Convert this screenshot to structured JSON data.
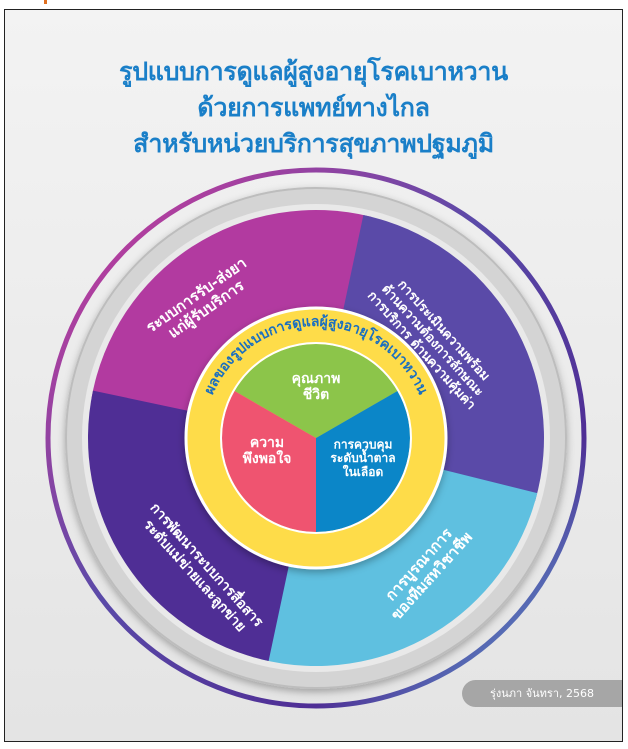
{
  "title": {
    "line1": "รูปแบบการดูแลผู้สูงอายุโรคเบาหวาน",
    "line2": "ด้วยการแพทย์ทางไกล",
    "line3": "สำหรับหน่วยบริการสุขภาพปฐมภูมิ"
  },
  "segments": [
    {
      "lines": [
        "ระบบการรับ-ส่งยา",
        "แก่ผู้รับบริการ"
      ],
      "color": "#b23aa0"
    },
    {
      "lines": [
        "การประเมินความพร้อม",
        "ด้านความต้องการลักษณะ",
        "การบริการ ด้านความคุ้มค่า"
      ],
      "color": "#5a4aa8"
    },
    {
      "lines": [
        "การบูรณาการ",
        "ของทีมสหวิชาชีพ"
      ],
      "color": "#5fc0e0"
    },
    {
      "lines": [
        "การพัฒนาระบบการสื่อสาร",
        "ระดับแม่ข่ายและลูกข่าย"
      ],
      "color": "#4f2e95"
    }
  ],
  "ring_text": "ผลของรูปแบบการดูแลผู้สูงอายุโรคเบาหวาน",
  "ring_color": "#fedc4a",
  "outcomes": [
    {
      "lines": [
        "คุณภาพ",
        "ชีวิต"
      ],
      "color": "#8cc54a"
    },
    {
      "lines": [
        "การควบคุม",
        "ระดับน้ำตาล",
        "ในเลือด"
      ],
      "color": "#0b86c8"
    },
    {
      "lines": [
        "ความ",
        "พึงพอใจ"
      ],
      "color": "#ef5470"
    }
  ],
  "credit": "รุ่งนภา จันทรา, 2568"
}
